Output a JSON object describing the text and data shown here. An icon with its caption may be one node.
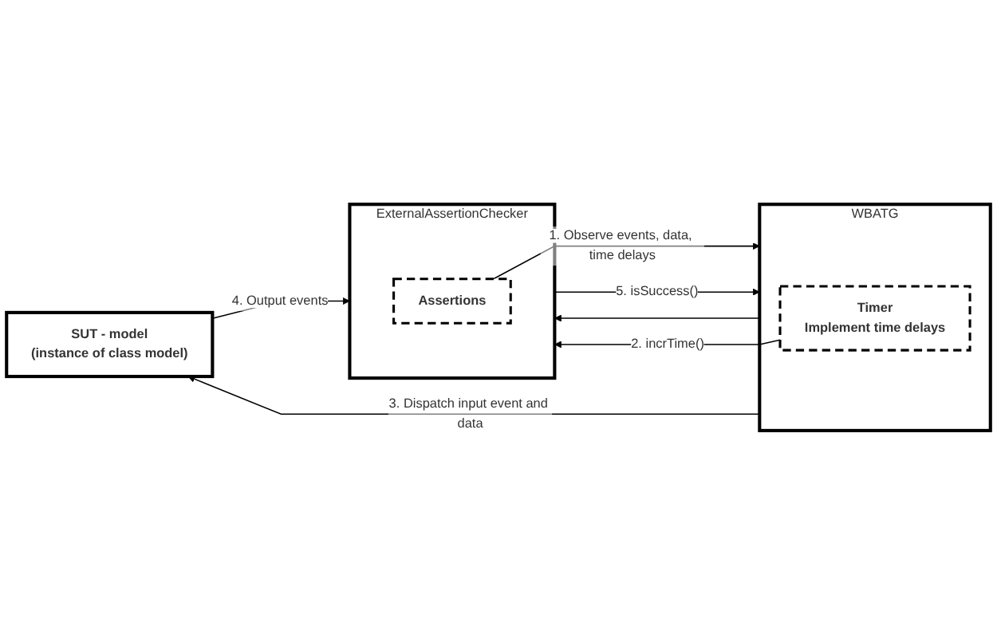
{
  "diagram": {
    "nodes": [
      {
        "text": [
          "SUT - model",
          "(instance of class model)"
        ]
      },
      {
        "text": [
          "ExternalAssertionChecker"
        ]
      },
      {
        "text": [
          "Assertions"
        ],
        "in": 1
      },
      {
        "text": [
          "WBATG"
        ]
      },
      {
        "text": [
          "Timer",
          "Implement time delays"
        ],
        "in": 3
      }
    ],
    "edges": [
      {
        "from": 0,
        "to": 1,
        "arrow": "to",
        "label": "4. Output events"
      },
      {
        "from": 2,
        "to": 3,
        "arrow": "to",
        "label": "1. Observe events, data, time delays"
      },
      {
        "from": 1,
        "to": 3,
        "arrow": "to",
        "label": "5. isSuccess()"
      },
      {
        "from": 3,
        "to": 0,
        "arrow": "to",
        "label": "3. Dispatch input event and data"
      },
      {
        "from": 3,
        "to": 1,
        "arrow": "to"
      },
      {
        "from": 4,
        "to": 1,
        "arrow": "to",
        "label": "2. incrTime()"
      }
    ]
  }
}
